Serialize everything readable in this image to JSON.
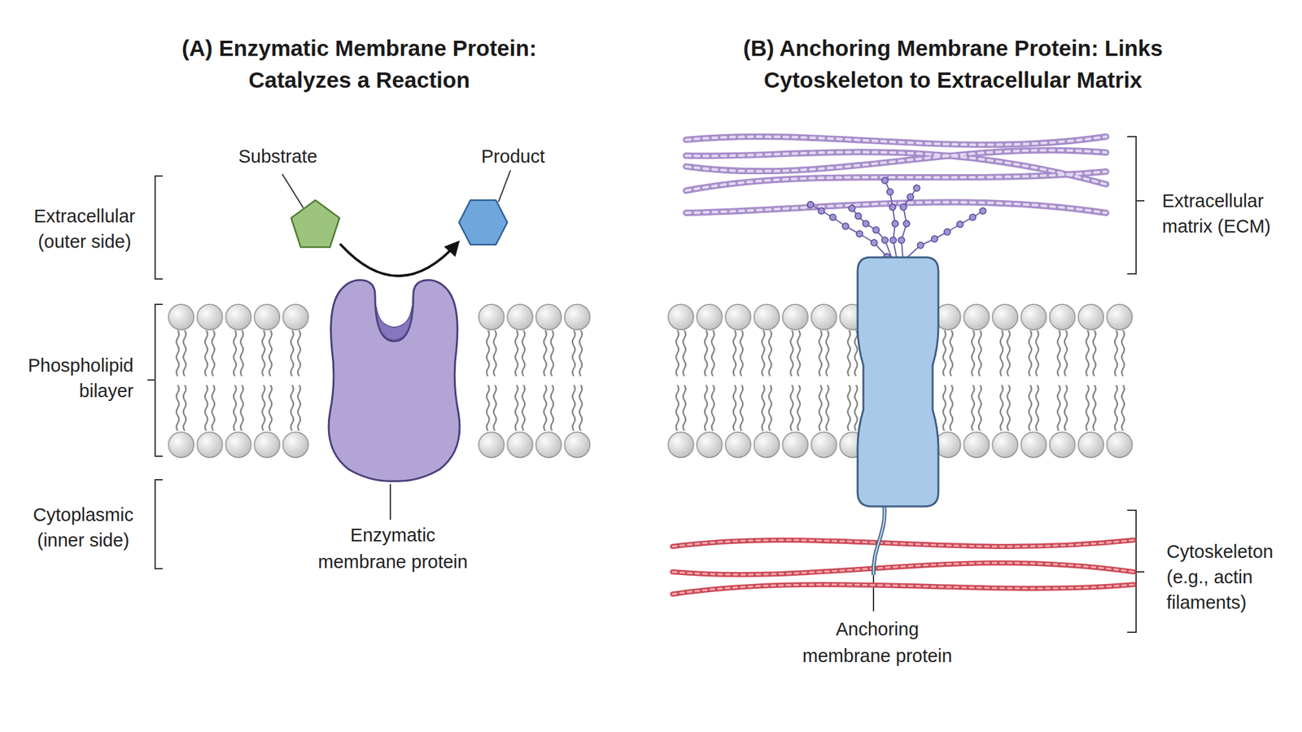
{
  "diagram": {
    "nodes": [
      {
        "text": [
          "Substrate"
        ]
      },
      {
        "text": [
          "Product"
        ]
      },
      {
        "text": [
          "Enzymatic membrane protein"
        ]
      },
      {
        "text": [
          "Anchoring membrane protein"
        ]
      }
    ],
    "edges": [
      {
        "from": 0,
        "to": 1,
        "arrow": "to"
      }
    ],
    "labels": [
      "(A) Enzymatic Membrane Protein: Catalyzes a Reaction",
      "(B) Anchoring Membrane Protein: Links Cytoskeleton to Extracellular Matrix",
      "Extracellular (outer side)",
      "Phospholipid bilayer",
      "Cytoplasmic (inner side)",
      "Extracellular matrix (ECM)",
      "Cytoskeleton (e.g., actin filaments)"
    ]
  }
}
